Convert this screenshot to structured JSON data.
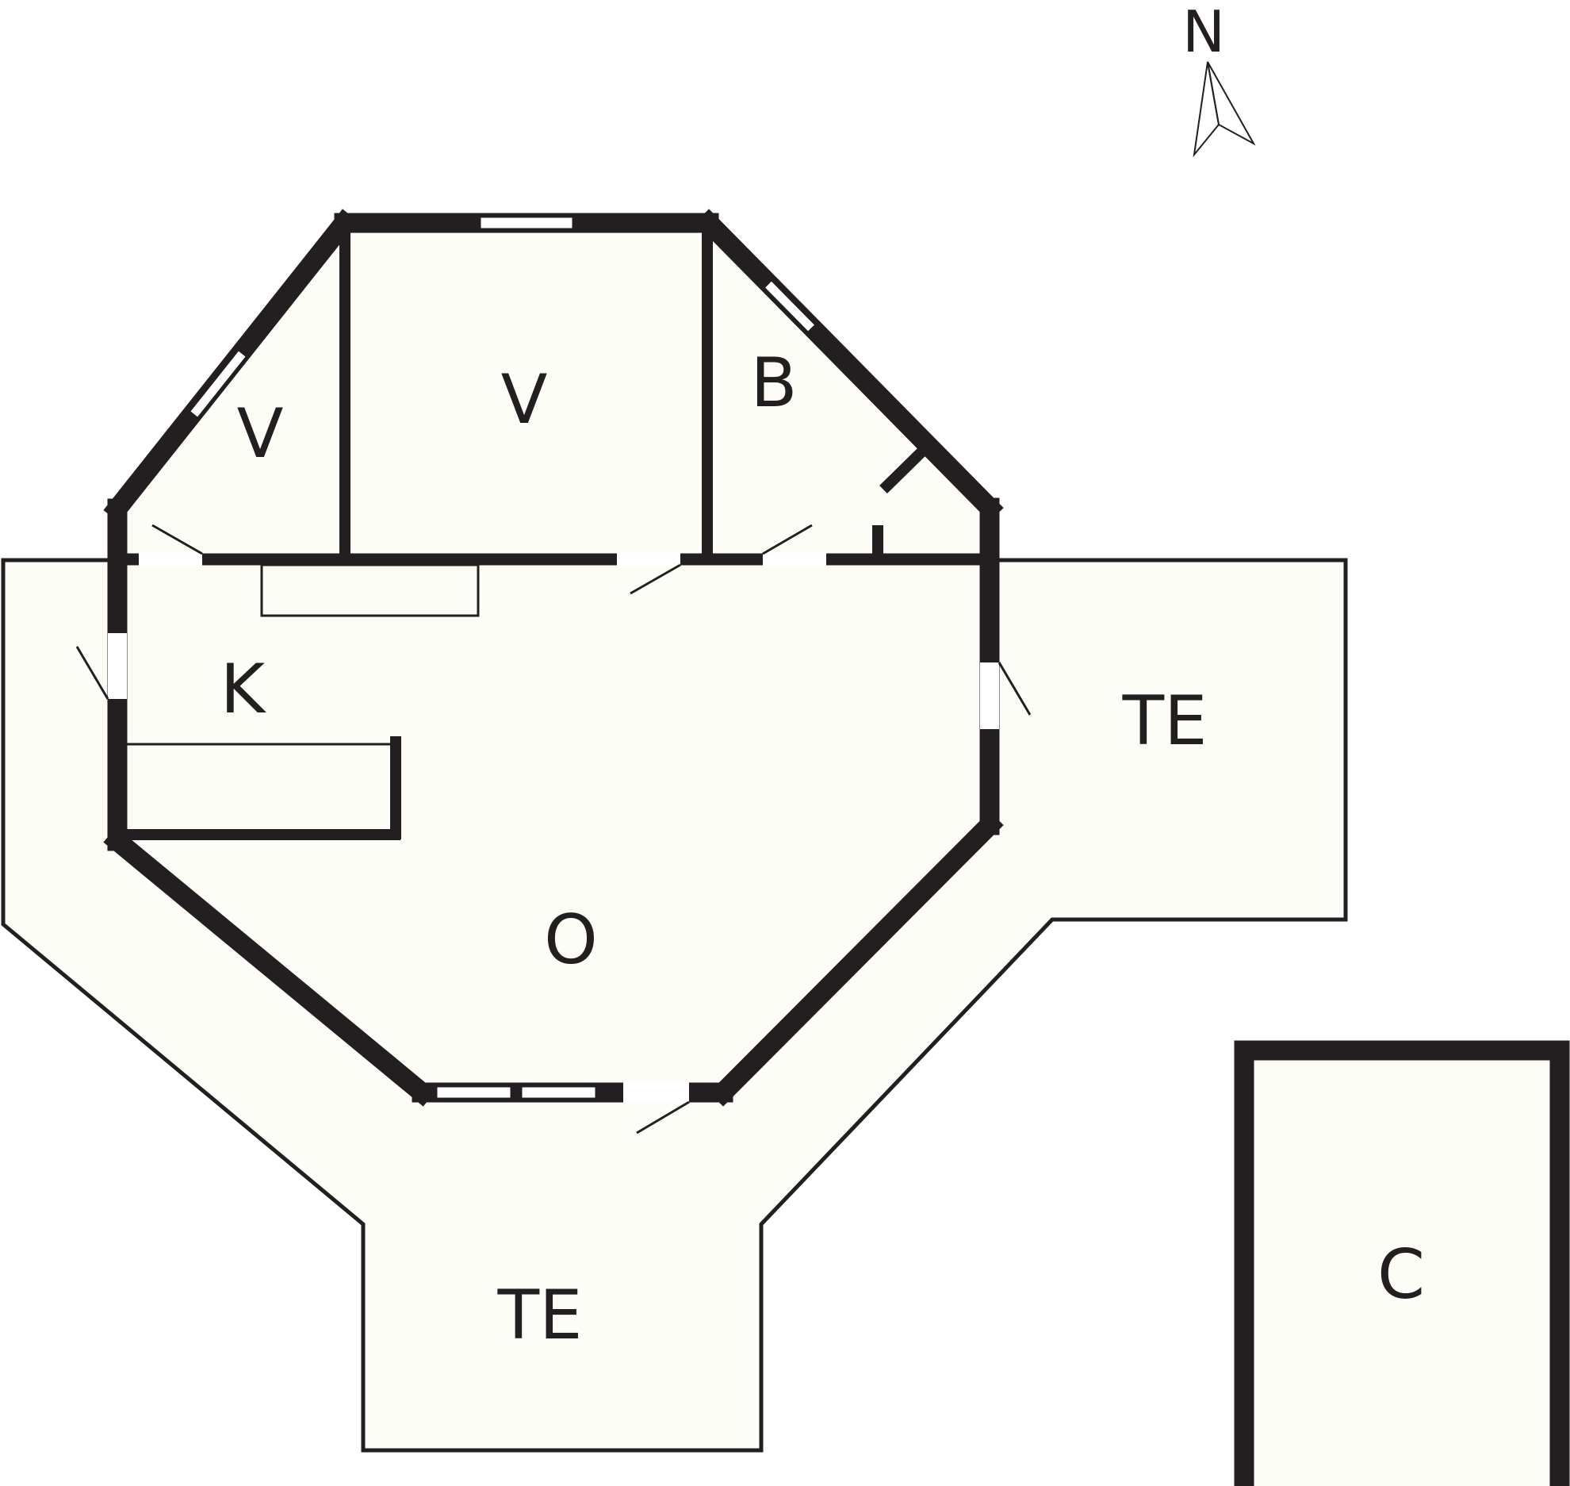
{
  "plan": {
    "colors": {
      "wall": "#231f20",
      "floor": "#fdfdf7",
      "background": "#ffffff",
      "opening": "#ffffff"
    },
    "north": {
      "label": "N"
    },
    "rooms": [
      {
        "id": "bedroom-west",
        "label": "V"
      },
      {
        "id": "bedroom-center",
        "label": "V"
      },
      {
        "id": "bathroom",
        "label": "B"
      },
      {
        "id": "kitchen",
        "label": "K"
      },
      {
        "id": "living-room",
        "label": "O"
      },
      {
        "id": "terrace-east",
        "label": "TE"
      },
      {
        "id": "terrace-south",
        "label": "TE"
      },
      {
        "id": "storage",
        "label": "C"
      }
    ]
  }
}
